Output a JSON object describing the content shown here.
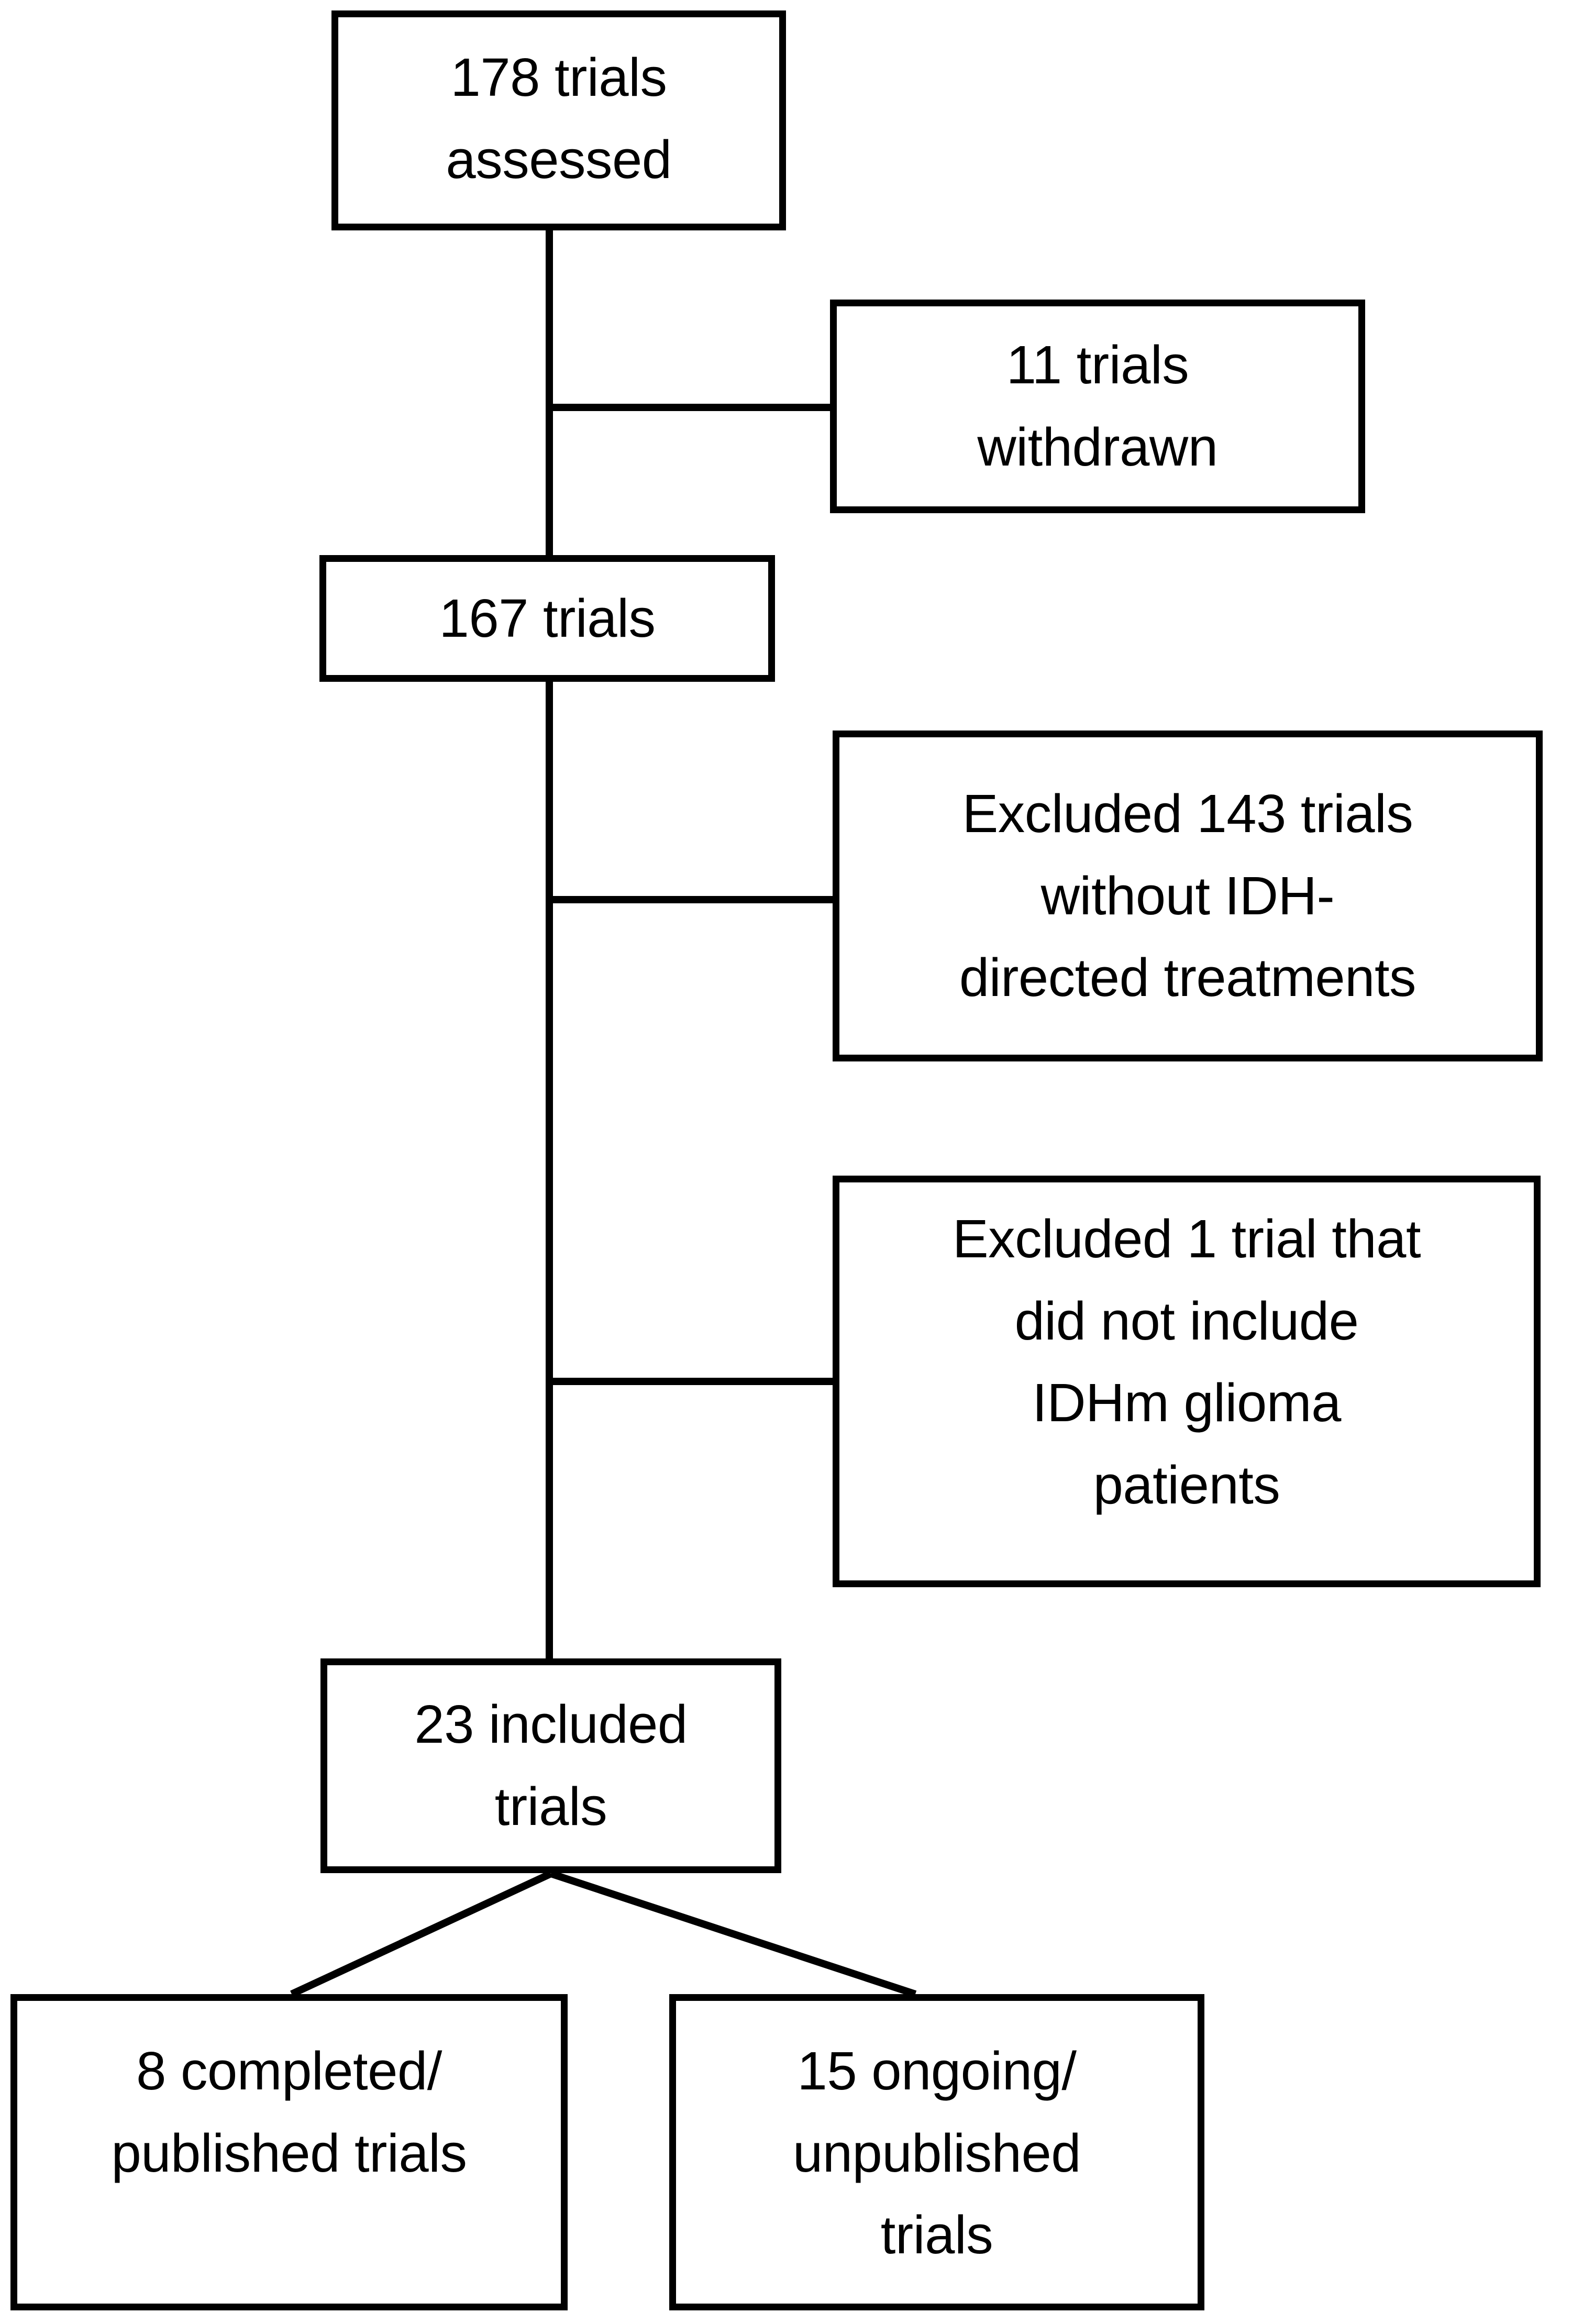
{
  "diagram": {
    "title": "Clinical trial selection flow diagram",
    "type": "flowchart",
    "colors": {
      "box_border": "#000000",
      "box_fill": "#ffffff",
      "connector": "#000000",
      "text": "#000000"
    },
    "nodes": [
      {
        "id": "assessed",
        "label": "178 trials\nassessed",
        "count": 178
      },
      {
        "id": "withdrawn",
        "label": "11 trials\nwithdrawn",
        "count": 11
      },
      {
        "id": "n167",
        "label": "167 trials",
        "count": 167
      },
      {
        "id": "excl143",
        "label": "Excluded 143 trials\nwithout IDH-\ndirected treatments",
        "count": 143
      },
      {
        "id": "excl1",
        "label": "Excluded 1 trial that\ndid not include\nIDHm glioma\npatients",
        "count": 1
      },
      {
        "id": "included",
        "label": "23 included\ntrials",
        "count": 23
      },
      {
        "id": "completed",
        "label": "8 completed/\npublished trials",
        "count": 8
      },
      {
        "id": "ongoing",
        "label": "15 ongoing/\nunpublished\ntrials",
        "count": 15
      }
    ],
    "edges": [
      {
        "from": "assessed",
        "to": "withdrawn",
        "style": "elbow-right"
      },
      {
        "from": "assessed",
        "to": "n167",
        "style": "vertical"
      },
      {
        "from": "n167",
        "to": "excl143",
        "style": "elbow-right"
      },
      {
        "from": "n167",
        "to": "excl1",
        "style": "elbow-right"
      },
      {
        "from": "n167",
        "to": "included",
        "style": "vertical"
      },
      {
        "from": "included",
        "to": "completed",
        "style": "diagonal-left"
      },
      {
        "from": "included",
        "to": "ongoing",
        "style": "diagonal-right"
      }
    ]
  }
}
